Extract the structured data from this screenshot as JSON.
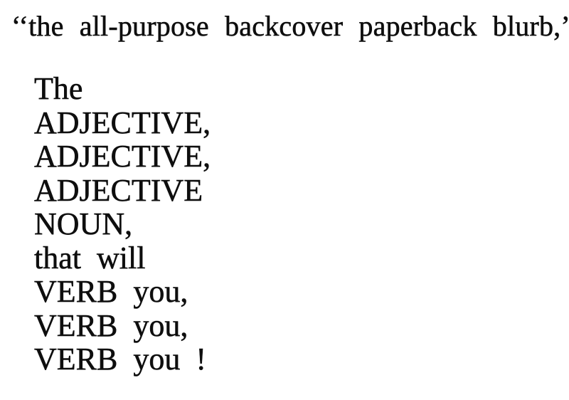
{
  "document": {
    "heading": "‘‘the all-purpose backcover paperback blurb,’’",
    "blurb_lines": [
      "The",
      "ADJECTIVE,",
      "ADJECTIVE,",
      "ADJECTIVE",
      "NOUN,",
      "that will",
      "VERB you,",
      "VERB you,",
      "VERB you !"
    ]
  },
  "colors": {
    "ink": "#0e0e0e",
    "paper": "#ffffff"
  }
}
